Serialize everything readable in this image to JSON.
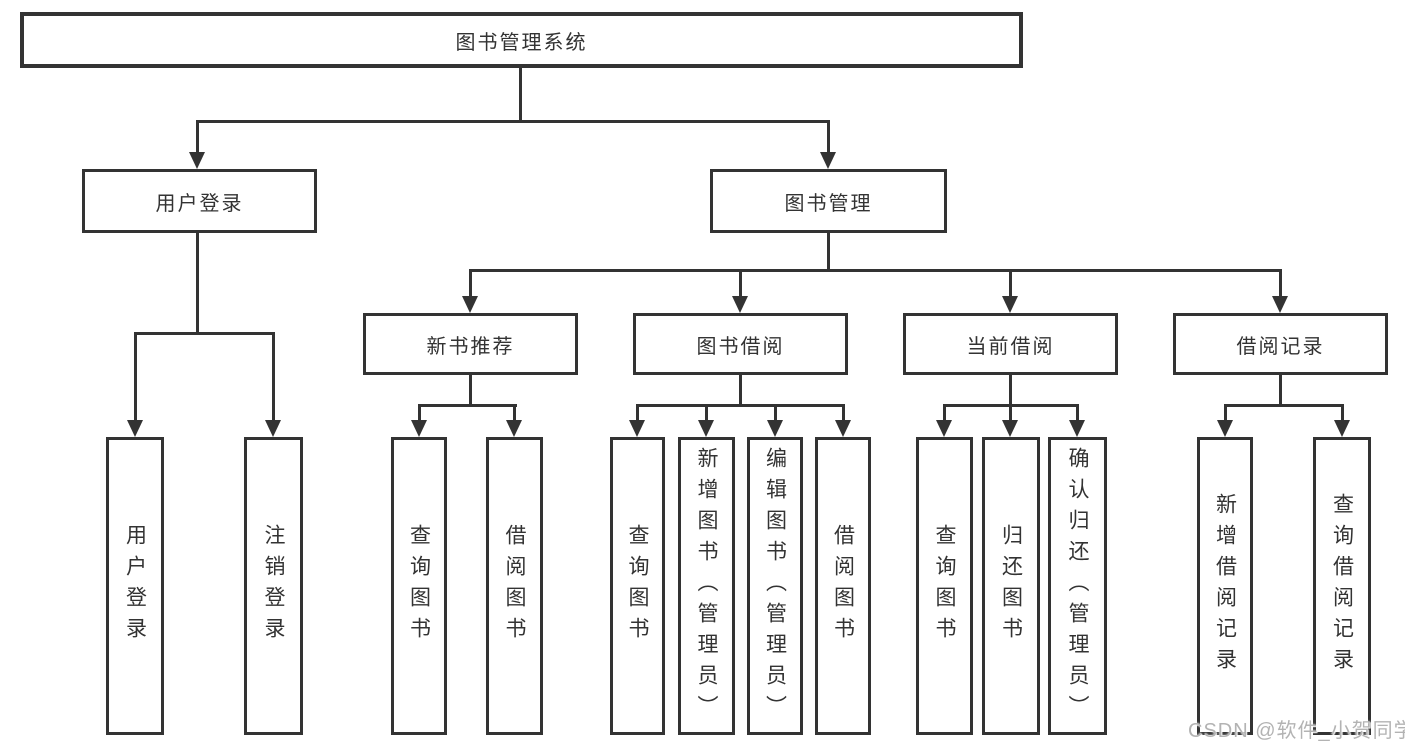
{
  "diagram_title": "图书管理系统",
  "colors": {
    "line": "#333333",
    "text": "#333333",
    "background": "#ffffff",
    "watermark": "#b3b3b3"
  },
  "tree": {
    "label": "图书管理系统",
    "children": [
      {
        "label": "用户登录",
        "children": [
          {
            "label": "用户登录"
          },
          {
            "label": "注销登录"
          }
        ]
      },
      {
        "label": "图书管理",
        "children": [
          {
            "label": "新书推荐",
            "children": [
              {
                "label": "查询图书"
              },
              {
                "label": "借阅图书"
              }
            ]
          },
          {
            "label": "图书借阅",
            "children": [
              {
                "label": "查询图书"
              },
              {
                "label": "新增图书（管理员）"
              },
              {
                "label": "编辑图书（管理员）"
              },
              {
                "label": "借阅图书"
              }
            ]
          },
          {
            "label": "当前借阅",
            "children": [
              {
                "label": "查询图书"
              },
              {
                "label": "归还图书"
              },
              {
                "label": "确认归还（管理员）"
              }
            ]
          },
          {
            "label": "借阅记录",
            "children": [
              {
                "label": "新增借阅记录"
              },
              {
                "label": "查询借阅记录"
              }
            ]
          }
        ]
      }
    ]
  },
  "watermark": {
    "text": "CSDN @软件_小贺同学"
  }
}
